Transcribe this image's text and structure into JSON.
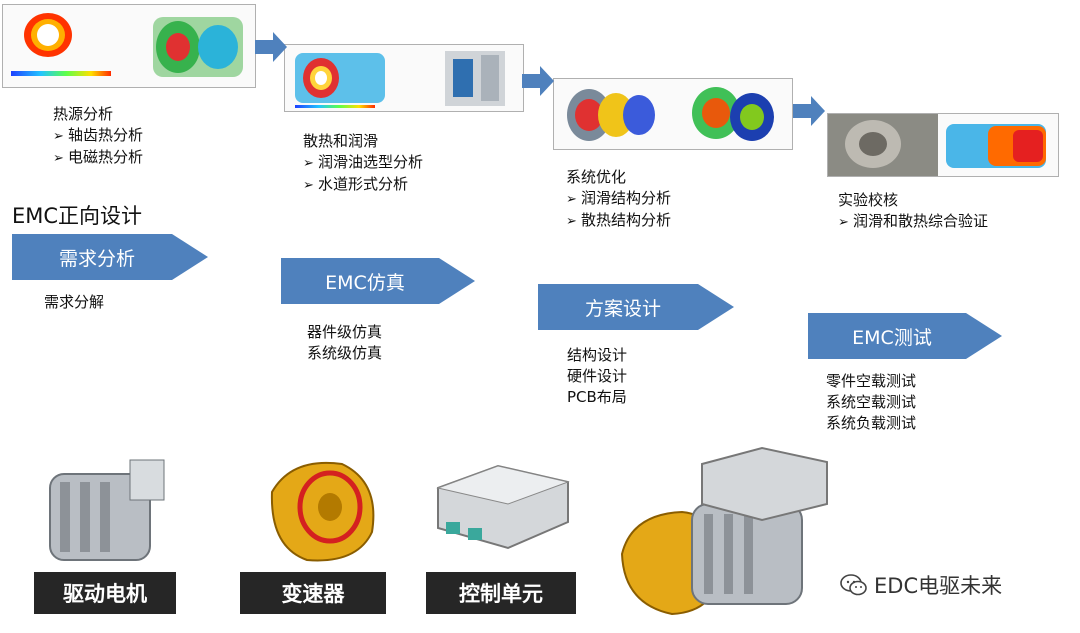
{
  "stages": [
    {
      "title": "热源分析",
      "bullets": [
        "轴齿热分析",
        "电磁热分析"
      ]
    },
    {
      "title": "散热和润滑",
      "bullets": [
        "润滑油选型分析",
        "水道形式分析"
      ]
    },
    {
      "title": "系统优化",
      "bullets": [
        "润滑结构分析",
        "散热结构分析"
      ]
    },
    {
      "title": "实验校核",
      "bullets": [
        "润滑和散热综合验证"
      ]
    }
  ],
  "emc_heading": "EMC正向设计",
  "emc_steps": [
    {
      "label": "需求分析",
      "items": [
        "需求分解"
      ]
    },
    {
      "label": "EMC仿真",
      "items": [
        "器件级仿真",
        "系统级仿真"
      ]
    },
    {
      "label": "方案设计",
      "items": [
        "结构设计",
        "硬件设计",
        "PCB布局"
      ]
    },
    {
      "label": "EMC测试",
      "items": [
        "零件空载测试",
        "系统空载测试",
        "系统负载测试"
      ]
    }
  ],
  "components": [
    "驱动电机",
    "变速器",
    "控制单元"
  ],
  "watermark": "EDC电驱未来",
  "colors": {
    "chevron": "#4f81bd",
    "label_bg": "#262626",
    "arrow": "#4f81bd"
  },
  "icons": [
    "wechat-icon"
  ]
}
